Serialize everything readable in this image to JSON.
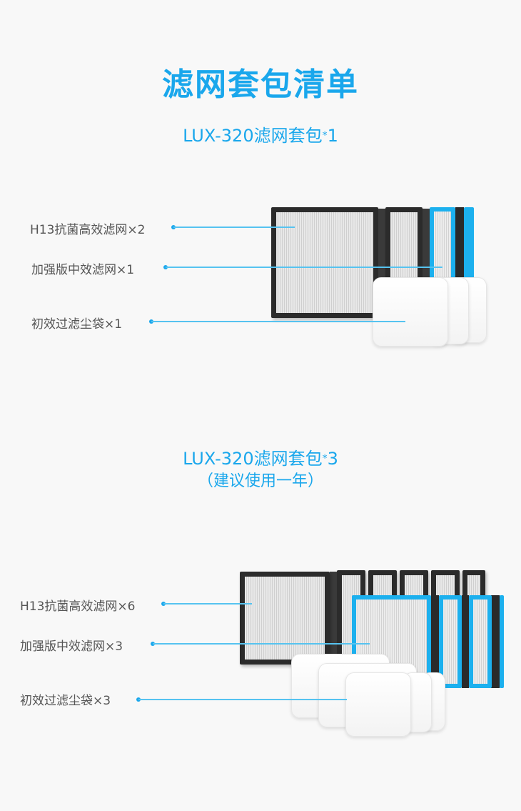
{
  "page": {
    "title": "滤网套包清单",
    "accent_color": "#1aa7ec"
  },
  "packages": [
    {
      "heading": "LUX-320滤网套包",
      "multiplier_symbol": "*",
      "quantity": "1",
      "note": null,
      "items": [
        {
          "label": "H13抗菌高效滤网×2",
          "icon": "hepa-filter-icon"
        },
        {
          "label": "加强版中效滤网×1",
          "icon": "medium-filter-icon"
        },
        {
          "label": "初效过滤尘袋×1",
          "icon": "dust-bag-icon"
        }
      ]
    },
    {
      "heading": "LUX-320滤网套包",
      "multiplier_symbol": "*",
      "quantity": "3",
      "note": "（建议使用一年）",
      "items": [
        {
          "label": "H13抗菌高效滤网×6",
          "icon": "hepa-filter-icon"
        },
        {
          "label": "加强版中效滤网×3",
          "icon": "medium-filter-icon"
        },
        {
          "label": "初效过滤尘袋×3",
          "icon": "dust-bag-icon"
        }
      ]
    }
  ]
}
